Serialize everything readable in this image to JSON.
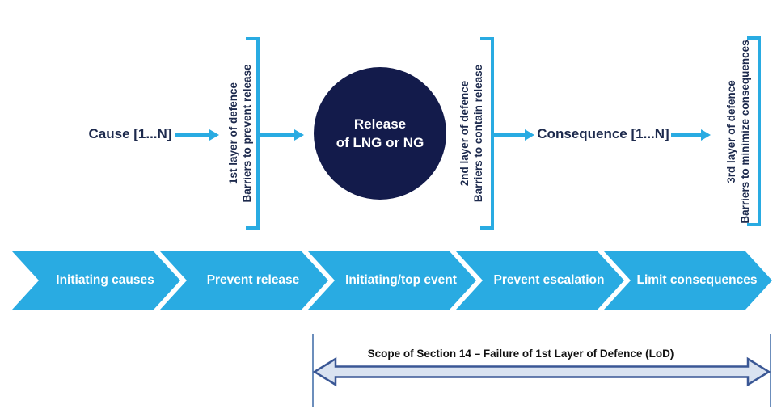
{
  "colors": {
    "accent_cyan": "#29abe2",
    "event_navy": "#131b4b",
    "label_navy": "#1d2a4d",
    "scope_arrow_fill": "#dae3f1",
    "scope_arrow_stroke": "#3a5795",
    "scope_line_blue": "#6c8ebc"
  },
  "flow": {
    "cause_label": "Cause [1...N]",
    "event_circle": {
      "line1": "Release",
      "line2": "of LNG or NG"
    },
    "consequence_label": "Consequence [1...N]",
    "barriers": [
      {
        "line1": "1st layer of defence",
        "line2": "Barriers to prevent release"
      },
      {
        "line1": "2nd layer of defence",
        "line2": "Barriers to contain release"
      },
      {
        "line1": "3rd layer of defence",
        "line2": "Barriers to minimize consequences"
      }
    ]
  },
  "banner": {
    "segments": [
      {
        "label": "Initiating causes"
      },
      {
        "label": "Prevent release"
      },
      {
        "label": "Initiating/top event"
      },
      {
        "label": "Prevent escalation"
      },
      {
        "label": "Limit consequences"
      }
    ]
  },
  "scope": {
    "label": "Scope of Section 14 – Failure of 1st Layer of Defence (LoD)"
  }
}
